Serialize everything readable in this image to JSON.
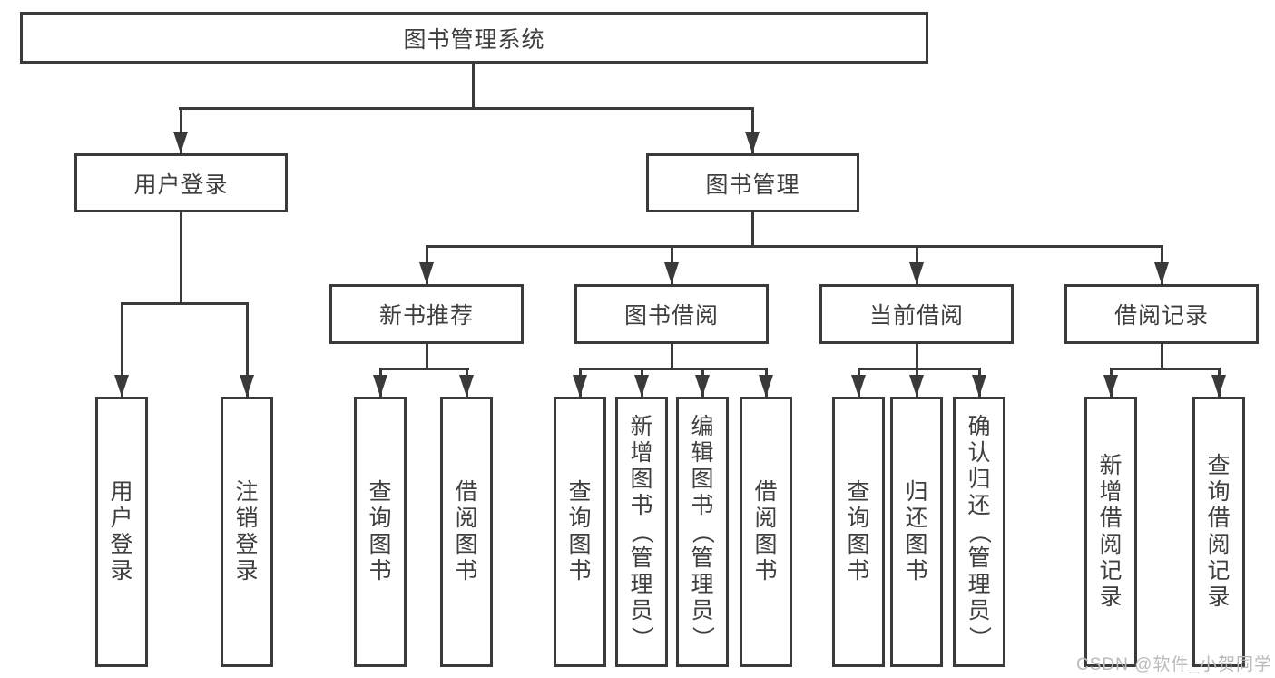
{
  "tree": {
    "label": "图书管理系统",
    "children": [
      {
        "label": "用户登录",
        "children": [
          {
            "label": "用户登录"
          },
          {
            "label": "注销登录"
          }
        ]
      },
      {
        "label": "图书管理",
        "children": [
          {
            "label": "新书推荐",
            "children": [
              {
                "label": "查询图书"
              },
              {
                "label": "借阅图书"
              }
            ]
          },
          {
            "label": "图书借阅",
            "children": [
              {
                "label": "查询图书"
              },
              {
                "label": "新增图书（管理员）"
              },
              {
                "label": "编辑图书（管理员）"
              },
              {
                "label": "借阅图书"
              }
            ]
          },
          {
            "label": "当前借阅",
            "children": [
              {
                "label": "查询图书"
              },
              {
                "label": "归还图书"
              },
              {
                "label": "确认归还（管理员）"
              }
            ]
          },
          {
            "label": "借阅记录",
            "children": [
              {
                "label": "新增借阅记录"
              },
              {
                "label": "查询借阅记录"
              }
            ]
          }
        ]
      }
    ]
  },
  "watermark": {
    "text": "CSDN @软件_小贺同学"
  },
  "colors": {
    "line": "#3a3a3a",
    "text": "#3f3f3f",
    "watermark": "#b9babc",
    "background": "#ffffff"
  }
}
